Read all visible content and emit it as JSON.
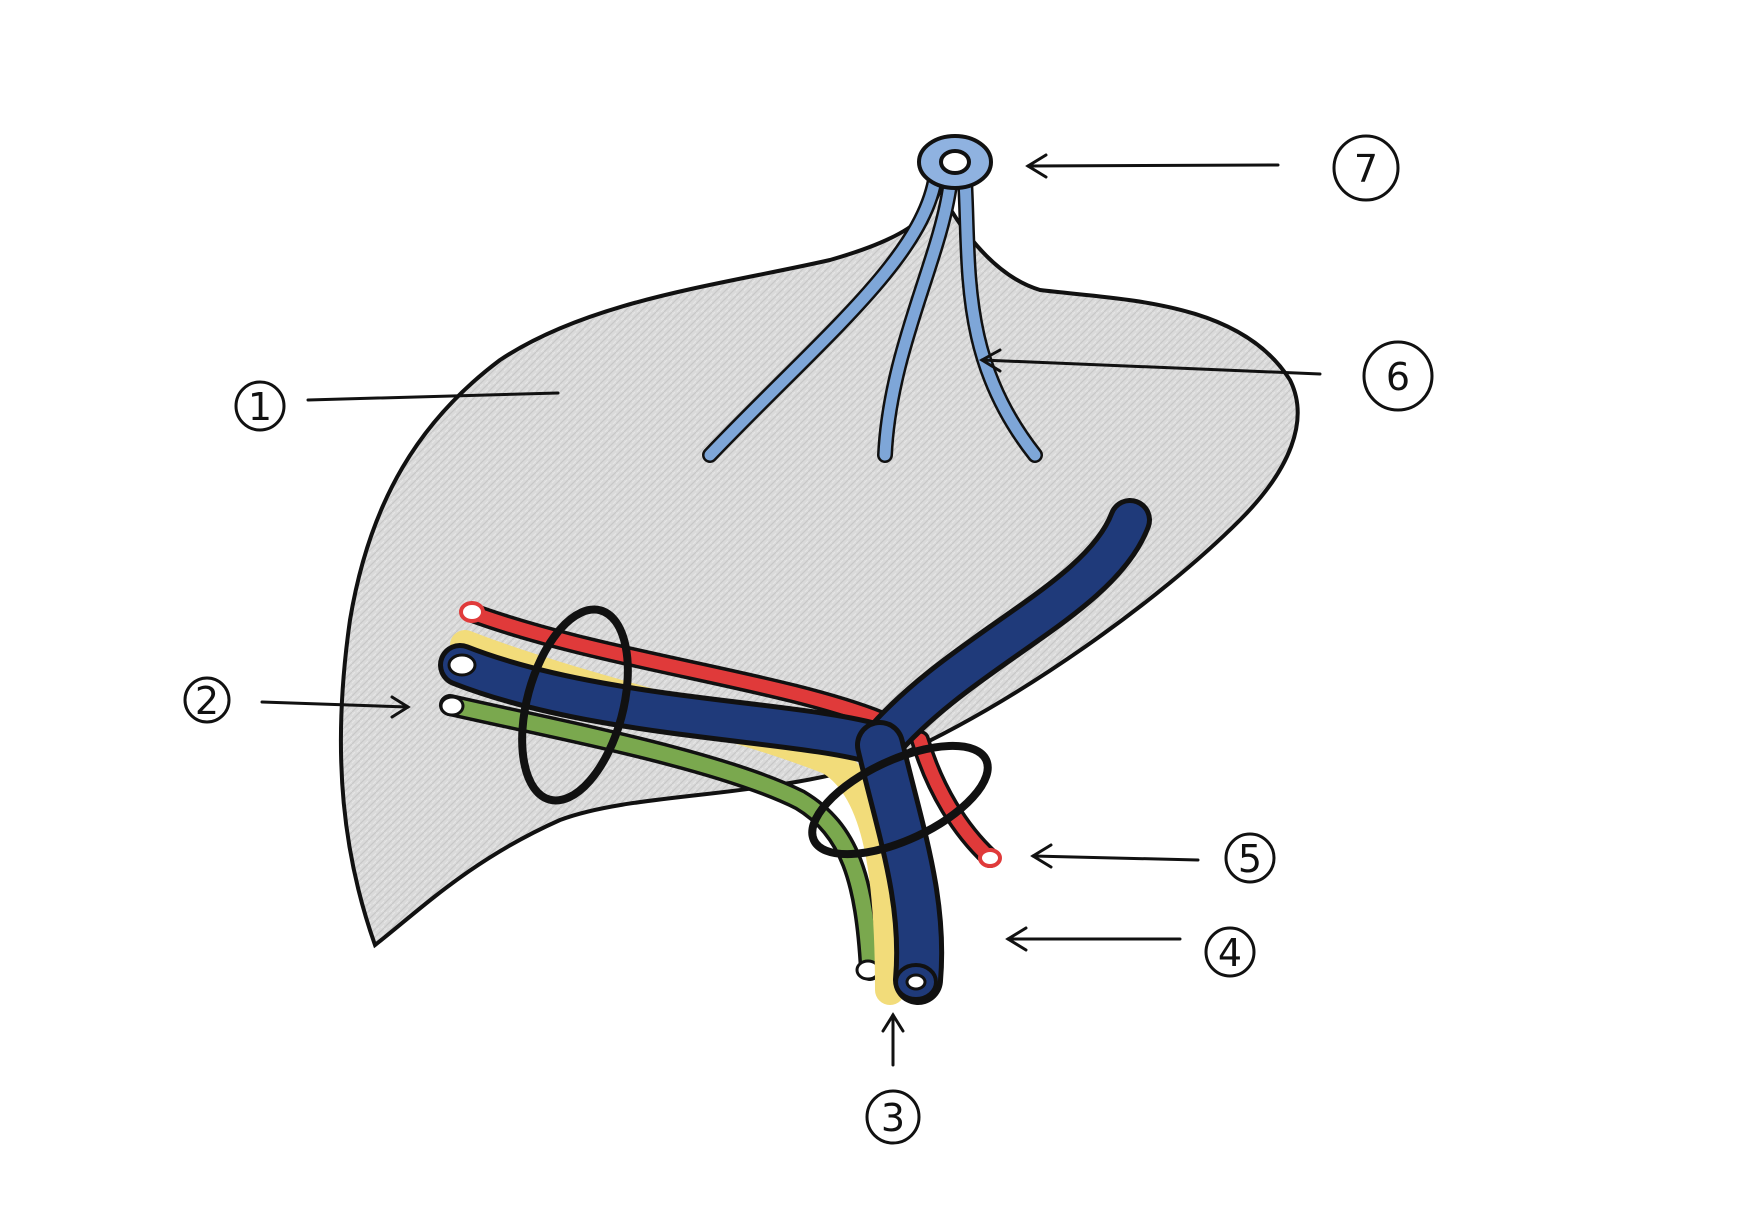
{
  "diagram": {
    "subject": "liver-hepatic-vessels",
    "colors": {
      "liver_fill": "#d9d9d9",
      "outline": "#111111",
      "portal_vein": "#1f3a7a",
      "hepatic_artery": "#e03a3a",
      "bile_duct_yellow": "#f2dc7a",
      "bile_duct_green": "#7aa84e",
      "hepatic_veins": "#7ea6d8",
      "vena_cava": "#8fb2e0"
    },
    "labels": [
      {
        "id": "1",
        "text": "1"
      },
      {
        "id": "2",
        "text": "2"
      },
      {
        "id": "3",
        "text": "3"
      },
      {
        "id": "4",
        "text": "4"
      },
      {
        "id": "5",
        "text": "5"
      },
      {
        "id": "6",
        "text": "6"
      },
      {
        "id": "7",
        "text": "7"
      }
    ]
  }
}
